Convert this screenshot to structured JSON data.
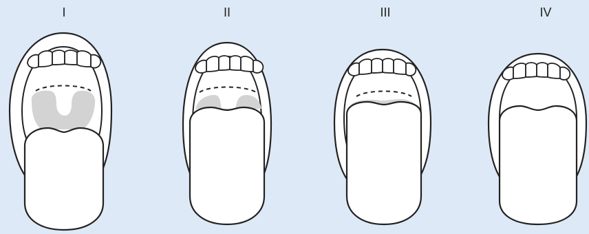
{
  "figure": {
    "panels": [
      {
        "label": "I"
      },
      {
        "label": "II"
      },
      {
        "label": "III"
      },
      {
        "label": "IV"
      }
    ],
    "colors": {
      "background": "#dde9f6",
      "visible_pharynx": "#d3d3d3",
      "outline": "#222222",
      "fill": "#ffffff"
    }
  }
}
